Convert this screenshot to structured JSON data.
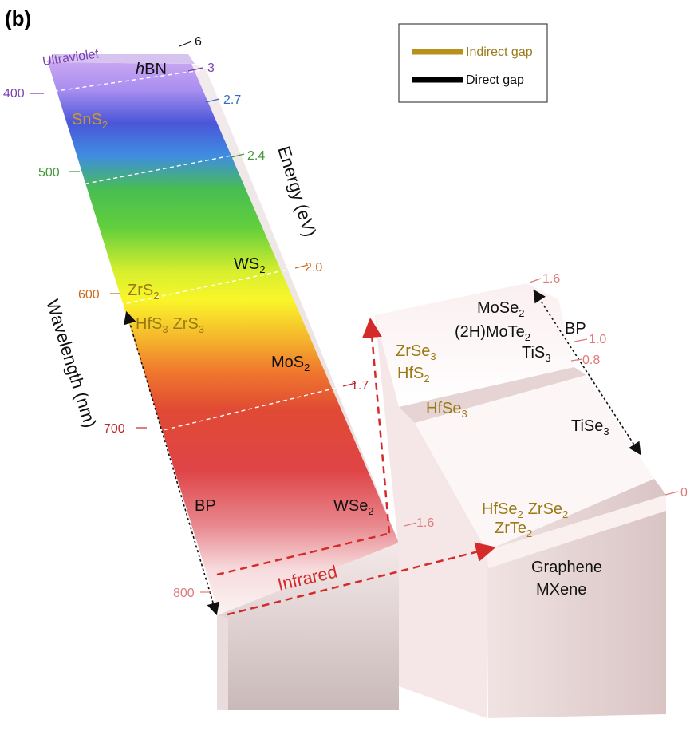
{
  "panel_label": "(b)",
  "legend": {
    "items": [
      {
        "label": "Indirect gap",
        "color": "#b8901c"
      },
      {
        "label": "Direct gap",
        "color": "#000000"
      }
    ]
  },
  "axes": {
    "wavelength_title": "Wavelength (nm)",
    "energy_title": "Energy (eV)",
    "wavelength_ticks": [
      "400",
      "500",
      "600",
      "700",
      "800"
    ],
    "energy_ticks": [
      "6",
      "3",
      "2.7",
      "2.4",
      "2.0",
      "1.7",
      "1.6"
    ],
    "right_ticks": [
      "1.6",
      "1.0",
      "0.8",
      "0"
    ],
    "right_bottom_tick": "1.6"
  },
  "regions": {
    "ultraviolet": "Ultraviolet",
    "infrared": "Infrared"
  },
  "materials": {
    "hbn_italic": "h",
    "hbn_rest": "BN",
    "sns2": "SnS",
    "ws2": "WS",
    "zrs2": "ZrS",
    "hfs3": "HfS",
    "zrs3": "ZrS",
    "mos2": "MoS",
    "bp_left": "BP",
    "wse2": "WSe",
    "mose2": "MoSe",
    "mote2_prefix": "(2H)MoTe",
    "bp_right": "BP",
    "tis3": "TiS",
    "zrse3": "ZrSe",
    "hfs2": "HfS",
    "hfse3": "HfSe",
    "tise3": "TiSe",
    "hfse2": "HfSe",
    "zrse2": "ZrSe",
    "zrte2": "ZrTe",
    "graphene": "Graphene",
    "mxene": "MXene",
    "sub2": "2",
    "sub3": "3"
  },
  "colors": {
    "uv": "#7a3fb0",
    "blue": "#2f6bbf",
    "green": "#3e9a33",
    "orange": "#c86a1a",
    "red_tick": "#c0282c",
    "pink_tick": "#e07a7a",
    "gold": "#9a7a16"
  }
}
